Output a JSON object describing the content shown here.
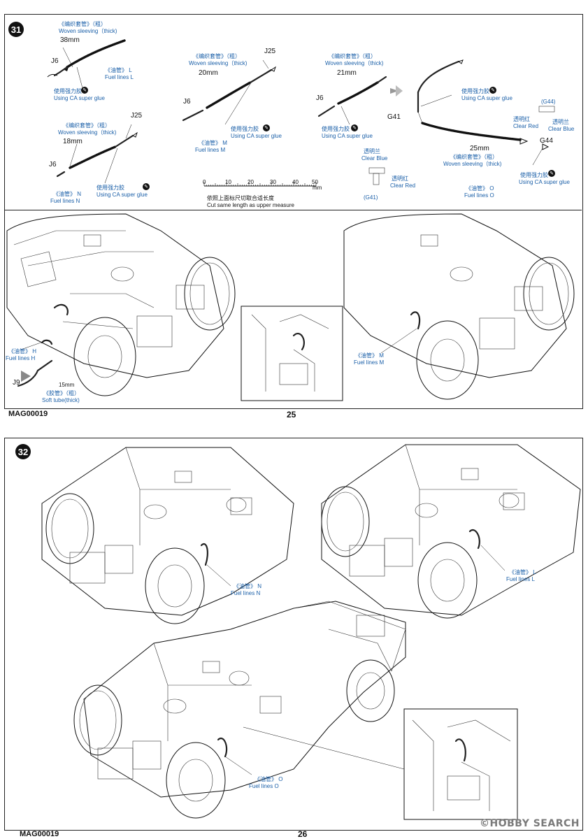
{
  "page25": {
    "step": "31",
    "footer_code": "MAG00019",
    "page_number": "25",
    "parts": {
      "L": {
        "cn_sleeve": "《编织套管》（粗）",
        "sleeve": "Woven sleeving（thick)",
        "length": "38mm",
        "end_a": "J6",
        "cn_line": "《油管》 L",
        "line": "Fuel lines L",
        "cn_glue": "使用强力胶",
        "glue": "Using CA super glue"
      },
      "N": {
        "cn_sleeve": "《编织套管》（粗）",
        "sleeve": "Woven sleeving（thick)",
        "length": "18mm",
        "end_a": "J6",
        "end_b": "J25",
        "cn_line": "《油管》 N",
        "line": "Fuel lines N",
        "cn_glue": "使用强力胶",
        "glue": "Using CA super glue"
      },
      "M": {
        "cn_sleeve": "《编织套管》（粗）",
        "sleeve": "Woven sleeving（thick)",
        "length": "20mm",
        "end_a": "J6",
        "end_b": "J25",
        "cn_line": "《油管》 M",
        "line": "Fuel lines M",
        "cn_glue": "使用强力胶",
        "glue": "Using CA super glue"
      },
      "O_a": {
        "cn_sleeve": "《编织套管》（粗）",
        "sleeve": "Woven sleeving（thick)",
        "length": "21mm",
        "end_a": "J6",
        "cn_glue": "使用强力胶",
        "glue": "Using CA super glue"
      },
      "O_b": {
        "cn_glue": "使用强力胶",
        "glue": "Using CA super glue",
        "part_g41": "G41",
        "part_g44": "G44",
        "g44_paren": "(G44)",
        "g41_paren": "(G41)",
        "cn_red": "透明红",
        "red": "Clear Red",
        "cn_blue": "透明兰",
        "blue": "Clear Blue",
        "length": "25mm",
        "cn_sleeve": "《编织套管》（粗）",
        "sleeve": "Woven sleeving（thick)",
        "cn_glue2": "使用强力胶",
        "glue2": "Using CA super glue",
        "cn_line": "《油管》 O",
        "line": "Fuel lines O"
      }
    },
    "ruler": {
      "ticks": [
        "0",
        "10",
        "20",
        "30",
        "40",
        "50"
      ],
      "unit": "mm",
      "cn_note": "依照上面标尺切取合适长度",
      "note": "Cut same length as upper measure"
    },
    "assembly": {
      "h_cn": "《油管》 H",
      "h": "Fuel lines H",
      "j9": "J9",
      "soft_len": "15mm",
      "soft_cn": "《胶管》（粗）",
      "soft": "Soft tube(thick)",
      "m_cn": "《油管》 M",
      "m": "Fuel lines M"
    }
  },
  "page26": {
    "step": "32",
    "footer_code": "MAG00019",
    "page_number": "26",
    "labels": {
      "n_cn": "《油管》 N",
      "n": "Fuel lines N",
      "l_cn": "《油管》 L",
      "l": "Fuel lines L",
      "o_cn": "《油管》 O",
      "o": "Fuel lines O"
    }
  },
  "watermark": "©HOBBY SEARCH",
  "glue_icon": "glue-bottle-icon"
}
